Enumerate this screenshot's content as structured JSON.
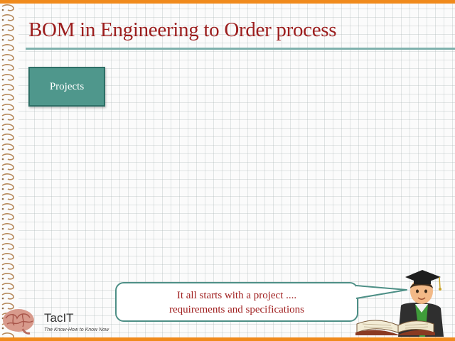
{
  "slide": {
    "title": "BOM in Engineering to Order process",
    "projects_box": {
      "label": "Projects"
    },
    "callout": {
      "line1": "It all starts with a project ....",
      "line2": "requirements and specifications"
    },
    "logo": {
      "name": "TacIT",
      "tagline": "The Know-How to Know Now",
      "icon": "brain-icon"
    },
    "illustration": {
      "icon": "graduate-teacher-icon"
    }
  },
  "colors": {
    "title": "#9c1e1e",
    "accent_frame": "#f08a1c",
    "teal_rule": "#7fb1ad",
    "projects_fill": "#4f978c",
    "callout_border": "#4d8f86",
    "callout_text": "#a02020"
  }
}
